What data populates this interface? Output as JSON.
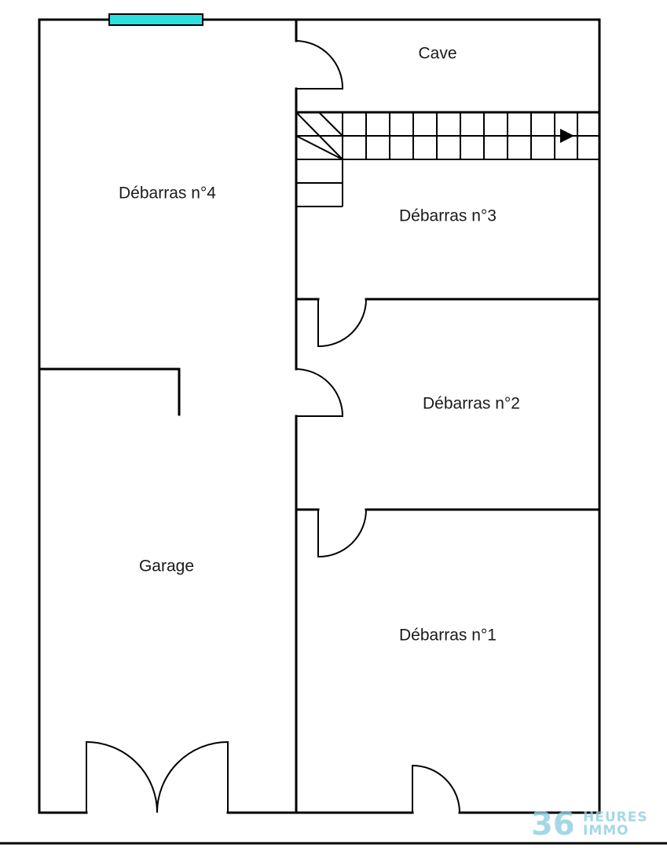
{
  "rooms": {
    "cave": "Cave",
    "debarras_4": "Débarras n°4",
    "debarras_3": "Débarras n°3",
    "debarras_2": "Débarras n°2",
    "debarras_1": "Débarras n°1",
    "garage": "Garage"
  },
  "logo": {
    "number": "36",
    "line1": "HEURES",
    "line2": "IMMO",
    "color": "#8ecfe0"
  },
  "colors": {
    "wall": "#000000",
    "window": "#2ce0e0"
  }
}
